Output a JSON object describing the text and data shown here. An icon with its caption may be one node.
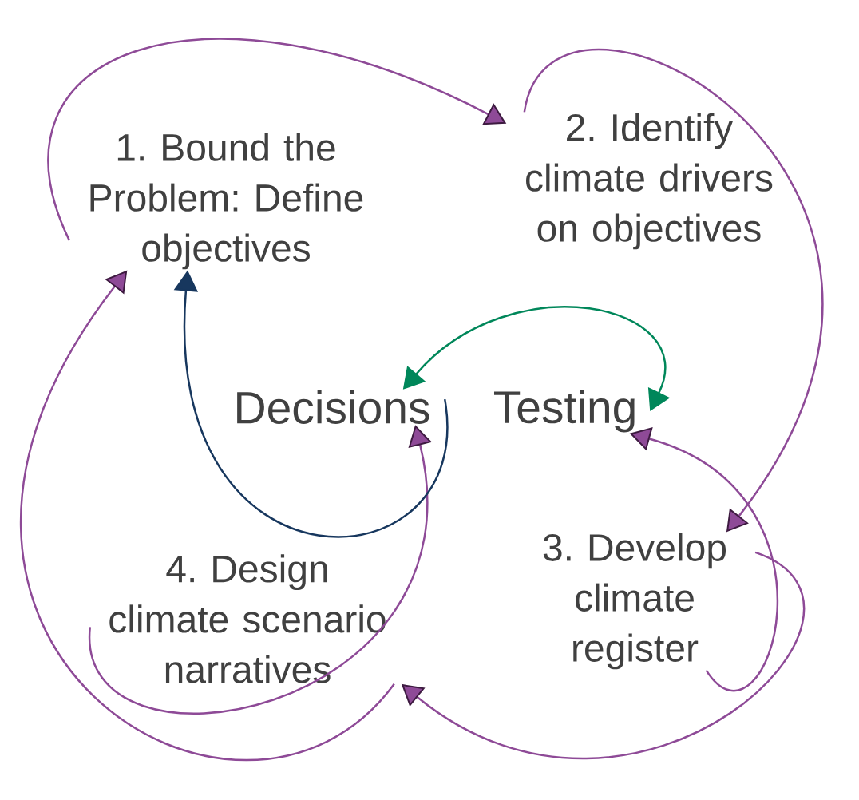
{
  "diagram": {
    "nodes": [
      {
        "text": [
          "1. Bound the Problem: Define objectives"
        ]
      },
      {
        "text": [
          "2. Identify climate drivers on objectives"
        ]
      },
      {
        "text": [
          "3. Develop climate register"
        ]
      },
      {
        "text": [
          "4. Design climate scenario narratives"
        ]
      },
      {
        "text": [
          "Decisions"
        ]
      },
      {
        "text": [
          "Testing"
        ]
      }
    ],
    "edges": [
      {
        "from": 0,
        "to": 1,
        "arrow": "to"
      },
      {
        "from": 1,
        "to": 2,
        "arrow": "to"
      },
      {
        "from": 2,
        "to": 3,
        "arrow": "to"
      },
      {
        "from": 3,
        "to": 0,
        "arrow": "to"
      },
      {
        "from": 2,
        "to": 5,
        "arrow": "to"
      },
      {
        "from": 3,
        "to": 4,
        "arrow": "to"
      },
      {
        "from": 4,
        "to": 5,
        "arrow": "both",
        "color": "#00875a"
      },
      {
        "from": 4,
        "to": 0,
        "arrow": "to",
        "color": "#17375e"
      }
    ]
  }
}
